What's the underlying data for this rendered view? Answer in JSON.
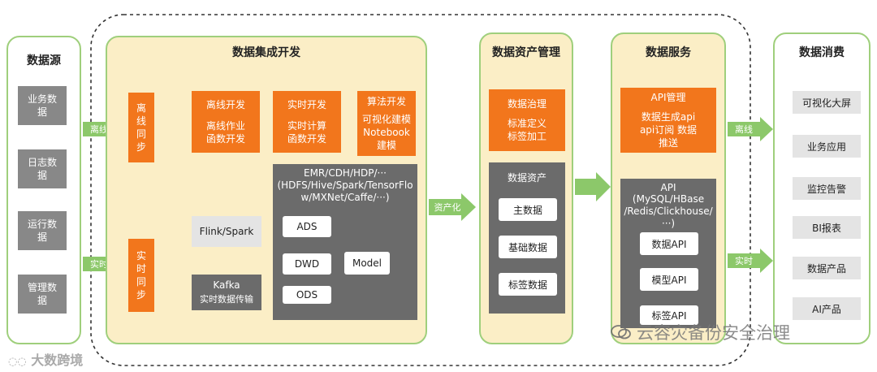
{
  "sources": {
    "title": "数据源",
    "items": [
      "业务数据",
      "日志数据",
      "运行数据",
      "管理数据"
    ]
  },
  "integration": {
    "title": "数据集成开发",
    "offline_sync": "离线同步",
    "realtime_sync": "实时同步",
    "offline_dev": {
      "title": "离线开发",
      "desc": "离线作业函数开发"
    },
    "realtime_dev": {
      "title": "实时开发",
      "desc": "实时计算函数开发"
    },
    "algo_dev": {
      "title": "算法开发",
      "desc": "可视化建模Notebook建模"
    },
    "flink": "Flink/Spark",
    "kafka": {
      "title": "Kafka",
      "desc": "实时数据传输"
    },
    "emr": {
      "line1": "EMR/CDH/HDP/···",
      "line2": "(HDFS/Hive/Spark/TensorFlow/MXNet/Caffe/···)"
    },
    "layers": {
      "ads": "ADS",
      "dwd": "DWD",
      "ods": "ODS",
      "model": "Model"
    }
  },
  "arrows": {
    "offline": "离线",
    "realtime": "实时",
    "assetize": "资产化",
    "offline_out": "离线",
    "realtime_out": "实时"
  },
  "asset_mgmt": {
    "title": "数据资产管理",
    "governance": {
      "title": "数据治理",
      "desc": "标准定义标签加工"
    },
    "assets_title": "数据资产",
    "assets": [
      "主数据",
      "基础数据",
      "标签数据"
    ]
  },
  "service": {
    "title": "数据服务",
    "api_mgmt": {
      "title": "API管理",
      "desc": "数据生成api api订阅 数据推送"
    },
    "api": {
      "title": "API",
      "desc": "(MySQL/HBase /Redis/Clickhouse/···)"
    },
    "apis": [
      "数据API",
      "模型API",
      "标签API"
    ]
  },
  "consumption": {
    "title": "数据消费",
    "items": [
      "可视化大屏",
      "业务应用",
      "监控告警",
      "BI报表",
      "数据产品",
      "AI产品"
    ]
  },
  "watermarks": {
    "left": "大数跨境",
    "right": "云容灾备份安全治理"
  },
  "colors": {
    "orange": "#f2761c",
    "green_border": "#9fcf7c",
    "panel_fill": "#fbeec6",
    "gray": "#888888",
    "dark_gray": "#6b6b6b",
    "arrow_green": "#8cc86a"
  }
}
